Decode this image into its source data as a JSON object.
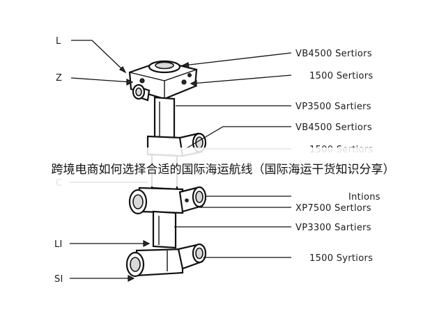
{
  "left_labels": [
    "L",
    "Z",
    "C",
    "LI",
    "SI"
  ],
  "right_labels": [
    "VB4500 Sertiors",
    "1500 Sertiors",
    "VP3500 Sartiers",
    "VB4500 Sertiors",
    "1500 Sertiors",
    "Intions",
    "XP7500 Sertlors",
    "VP3300 Sartiers",
    "1500 Syrtiors"
  ],
  "overlay_title": "跨境电商如何选择合适的国际海运航线（国际海运干货知识分享）"
}
